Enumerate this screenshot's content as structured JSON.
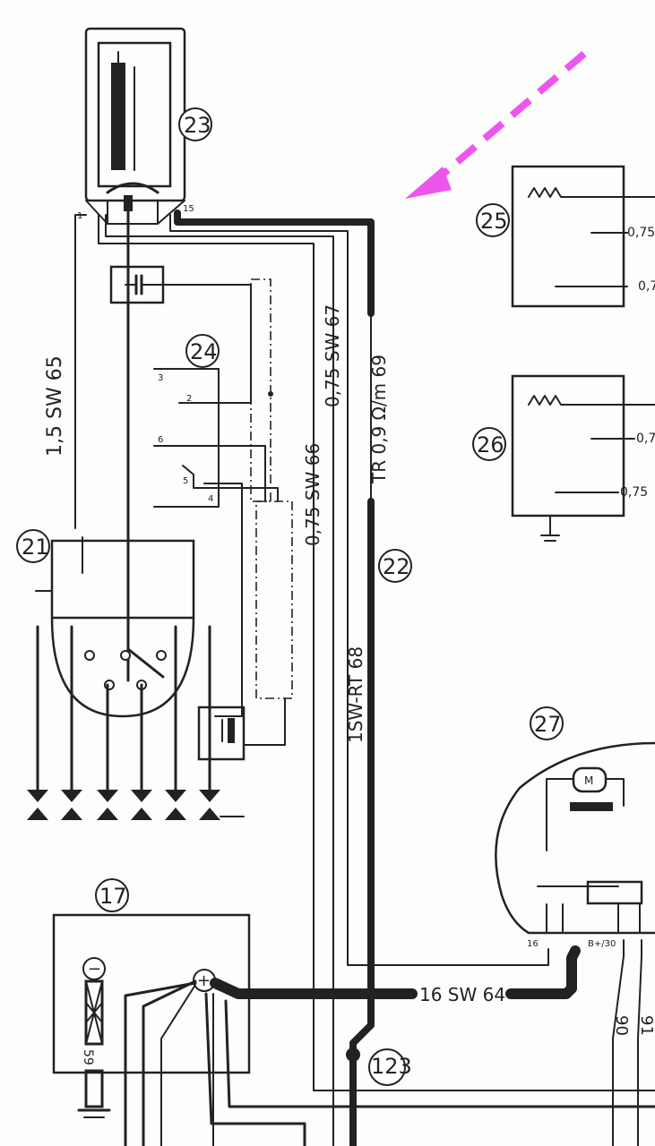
{
  "components": [
    {
      "id": "c23",
      "label": "23"
    },
    {
      "id": "c24",
      "label": "24"
    },
    {
      "id": "c25",
      "label": "25"
    },
    {
      "id": "c26",
      "label": "26"
    },
    {
      "id": "c21",
      "label": "21"
    },
    {
      "id": "c22",
      "label": "22"
    },
    {
      "id": "c27",
      "label": "27"
    },
    {
      "id": "c17",
      "label": "17"
    },
    {
      "id": "c123",
      "label": "123"
    }
  ],
  "wire_labels": {
    "w65": "1,5 SW 65",
    "w67": "0,75 SW 67",
    "w69": "TR 0,9 Ω/m 69",
    "w66": "0,75 SW 66",
    "w68": "1SW-RT 68",
    "w64": "16 SW 64",
    "w90": "90",
    "w91": "91",
    "w59": "59"
  },
  "pin_labels": {
    "p1": "1",
    "p15": "15",
    "p3": "3",
    "p2": "2",
    "p6": "6",
    "p5": "5",
    "p4": "4",
    "p16": "16",
    "pb30": "B+/30",
    "minus": "−",
    "plus": "+",
    "motor": "M"
  },
  "right_edge_labels": {
    "r25a": "0,75",
    "r25b": "0,7",
    "r26a": "0,7",
    "r26b": "0,75"
  },
  "colors": {
    "ink": "#222222",
    "arrow": "#ee55ee",
    "paper": "#fdfdfb"
  }
}
